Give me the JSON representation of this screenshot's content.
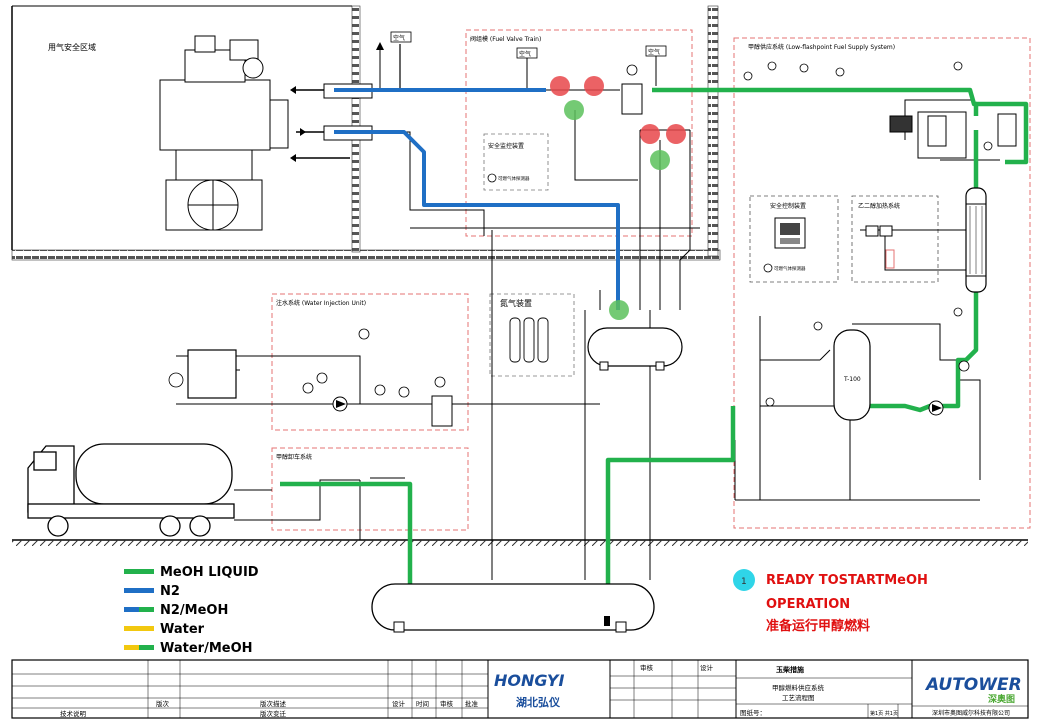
{
  "zones": {
    "gas_safety_area": "用气安全区域",
    "fuel_valve_train": "阀组模 (Fuel Valve Train)",
    "lfss": "甲醇供应系统 (Low-flashpoint Fuel Supply System)",
    "water_injection": "注水系统 (Water Injection Unit)",
    "nitrogen": "氮气装置",
    "bunkering": "甲醇卸车系统",
    "safety_monitor": "安全监控装置",
    "safety_control": "安全控制装置",
    "glycol_heating": "乙二醇加热系统",
    "leak_detector": "可燃气体探测器"
  },
  "tags": {
    "air_top": "空气",
    "air_valve_train": "空气",
    "air_lfss": "空气",
    "tank_label": "T-100"
  },
  "legend": [
    {
      "label": "MeOH LIQUID",
      "colors": [
        "#22b14c"
      ]
    },
    {
      "label": "N2",
      "colors": [
        "#1f6fc5"
      ]
    },
    {
      "label": "N2/MeOH",
      "colors": [
        "#1f6fc5",
        "#22b14c"
      ]
    },
    {
      "label": "Water",
      "colors": [
        "#f2c80f"
      ]
    },
    {
      "label": "Water/MeOH",
      "colors": [
        "#f2c80f",
        "#22b14c"
      ]
    }
  ],
  "status": {
    "badge": "1",
    "line1": "READY TOSTARTMeOH",
    "line2": "OPERATION",
    "line3": "准备运行甲醇燃料"
  },
  "title_block": {
    "revision_label": "版次",
    "rev_desc": "版次描述",
    "design": "设计",
    "date": "时间",
    "review": "审核",
    "approve": "批准",
    "tech_note": "技术说明",
    "rev_change": "版次变迁",
    "brand_left_en": "HONGYI",
    "brand_left_cn": "湖北弘仪",
    "audit": "审核",
    "design2": "设计",
    "project": "玉柴措施",
    "drawing_1": "甲醇燃料供应系统",
    "drawing_2": "工艺流程图",
    "drawing_no": "图纸号：",
    "sheet": "第1页 共1页",
    "brand_right_en": "AUTOWER",
    "brand_right_cn": "深奥图",
    "company": "深圳市奥图威尔科技有限公司"
  },
  "colors": {
    "meoh": "#22b14c",
    "n2": "#1f6fc5",
    "water": "#f2c80f",
    "valve_red": "#e8474a",
    "valve_green": "#5cc15c",
    "status_red": "#e01010",
    "badge_cyan": "#2fd5e8",
    "brand_blue": "#1a4e9c",
    "brand_green": "#4aa832"
  }
}
